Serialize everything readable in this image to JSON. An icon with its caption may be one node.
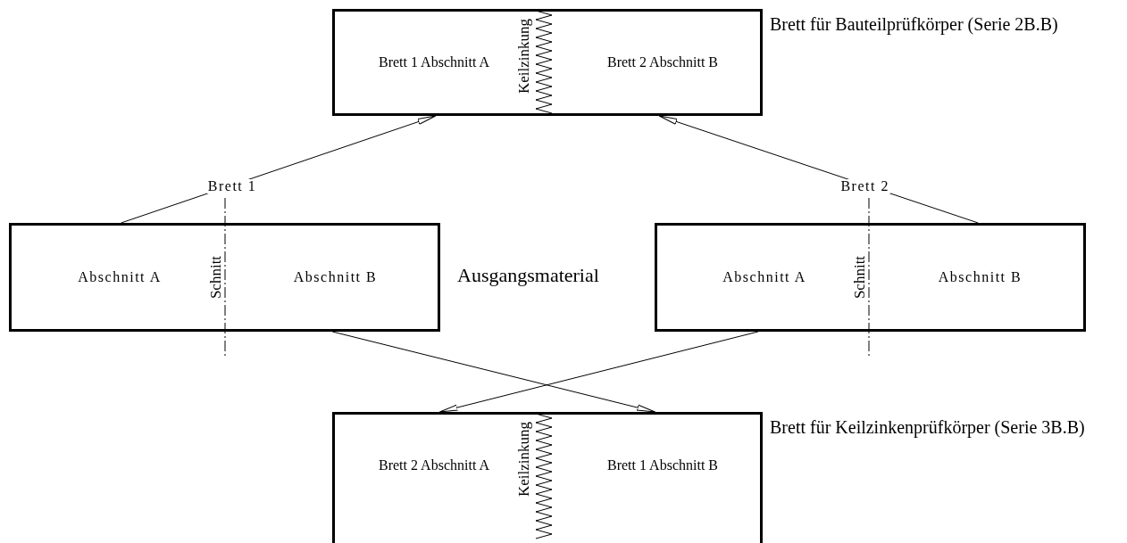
{
  "diagram": {
    "nodes": [
      {
        "text": [
          "Brett 1 Abschnitt A",
          "Keilzinkung",
          "Brett 2 Abschnitt B"
        ],
        "beside": [
          "Brett für Bauteilprüfkörper (Serie 2B.B)"
        ]
      },
      {
        "text": [
          "Abschnitt A",
          "Schnitt",
          "Abschnitt B"
        ]
      },
      {
        "text": [
          "Abschnitt A",
          "Schnitt",
          "Abschnitt B"
        ]
      },
      {
        "text": [
          "Brett 2 Abschnitt A",
          "Keilzinkung",
          "Brett 1 Abschnitt B"
        ],
        "beside": [
          "Brett für Keilzinkenprüfkörper (Serie 3B.B)"
        ]
      }
    ],
    "edges": [
      {
        "from": 1,
        "to": 0,
        "arrow": "to",
        "label": "Brett 1"
      },
      {
        "from": 2,
        "to": 0,
        "arrow": "to",
        "label": "Brett 2"
      },
      {
        "from": 1,
        "to": 3,
        "arrow": "to"
      },
      {
        "from": 2,
        "to": 3,
        "arrow": "to"
      }
    ],
    "labels": [
      "Ausgangsmaterial"
    ]
  }
}
